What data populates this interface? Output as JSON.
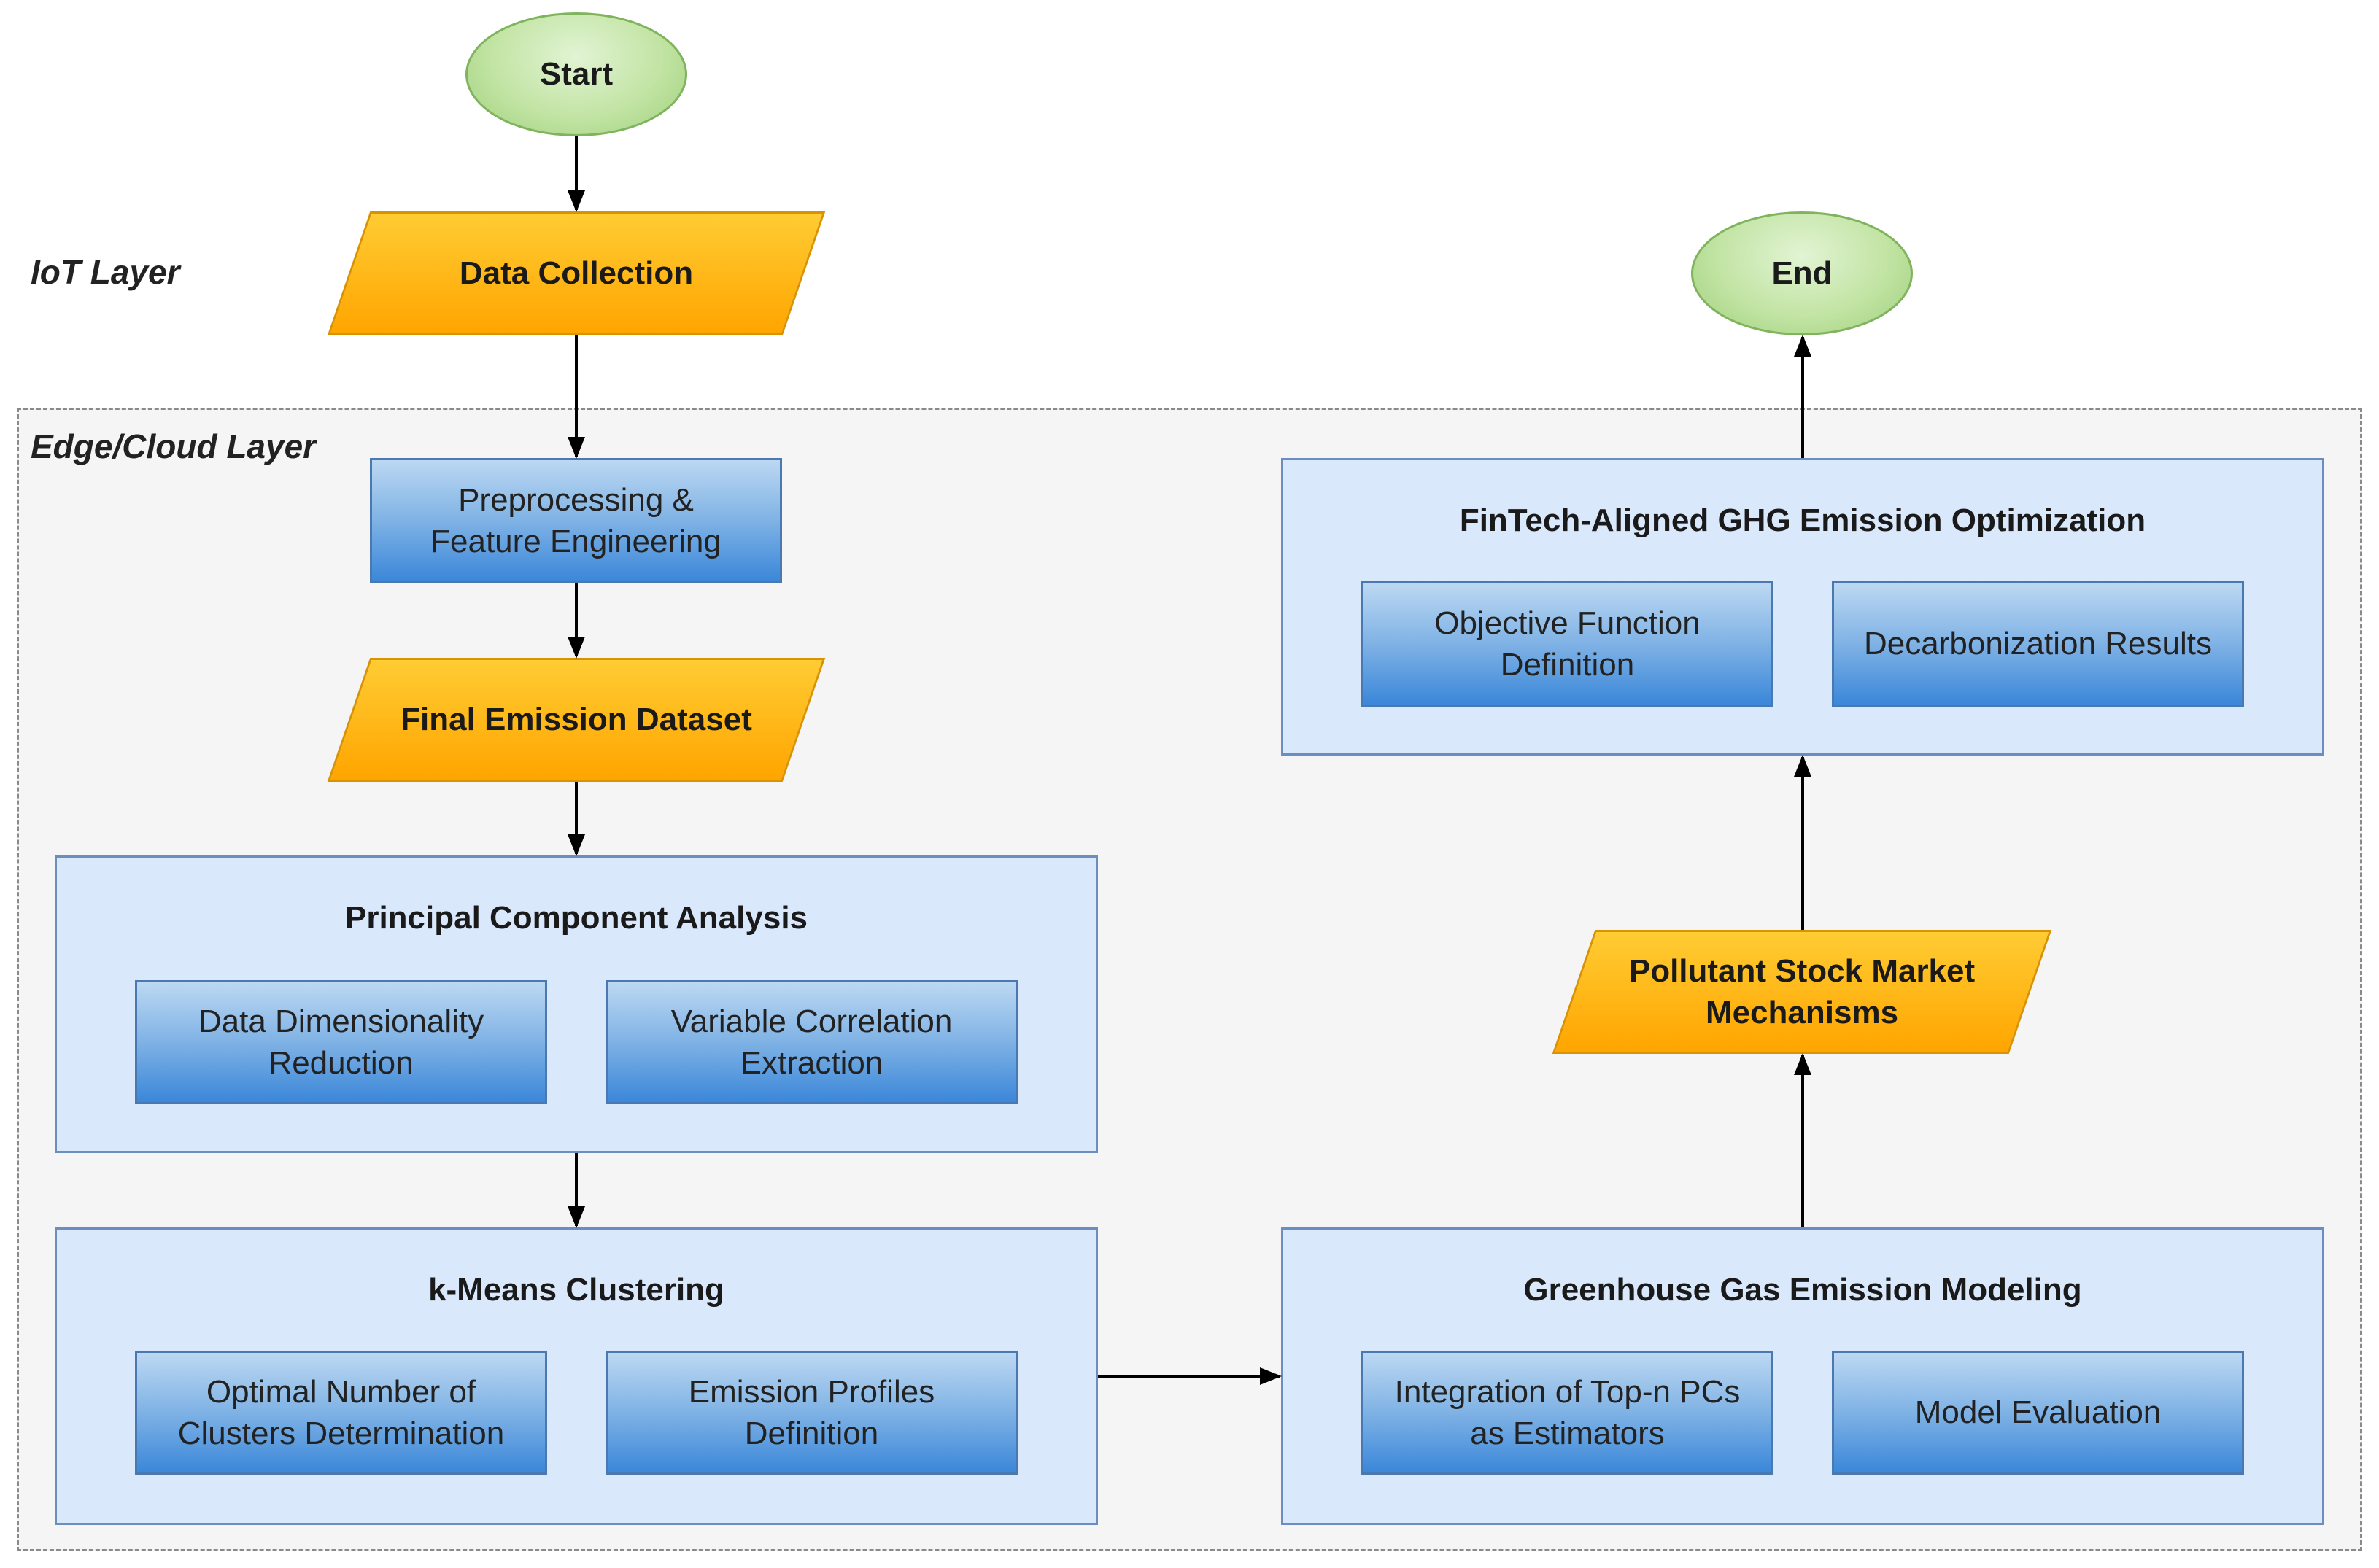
{
  "labels": {
    "iot_layer": "IoT Layer",
    "edge_cloud_layer": "Edge/Cloud Layer"
  },
  "nodes": {
    "start": "Start",
    "end": "End",
    "data_collection": "Data Collection",
    "preprocessing": "Preprocessing &\nFeature Engineering",
    "final_dataset": "Final Emission Dataset",
    "pollutant_stock": "Pollutant Stock Market\nMechanisms"
  },
  "pca": {
    "title": "Principal Component Analysis",
    "items": [
      "Data Dimensionality\nReduction",
      "Variable Correlation\nExtraction"
    ]
  },
  "kmeans": {
    "title": "k-Means Clustering",
    "items": [
      "Optimal Number of\nClusters Determination",
      "Emission Profiles\nDefinition"
    ]
  },
  "ghg_modeling": {
    "title": "Greenhouse Gas Emission Modeling",
    "items": [
      "Integration of Top-n PCs\nas Estimators",
      "Model Evaluation"
    ]
  },
  "optimization": {
    "title": "FinTech-Aligned GHG Emission Optimization",
    "items": [
      "Objective Function\nDefinition",
      "Decarbonization Results"
    ]
  },
  "colors": {
    "terminal_fill": "#c2e4a4",
    "io_fill": "#ffb300",
    "process_fill": "#7fb2e5",
    "container_fill": "#dae8fc",
    "arrow": "#000000"
  }
}
